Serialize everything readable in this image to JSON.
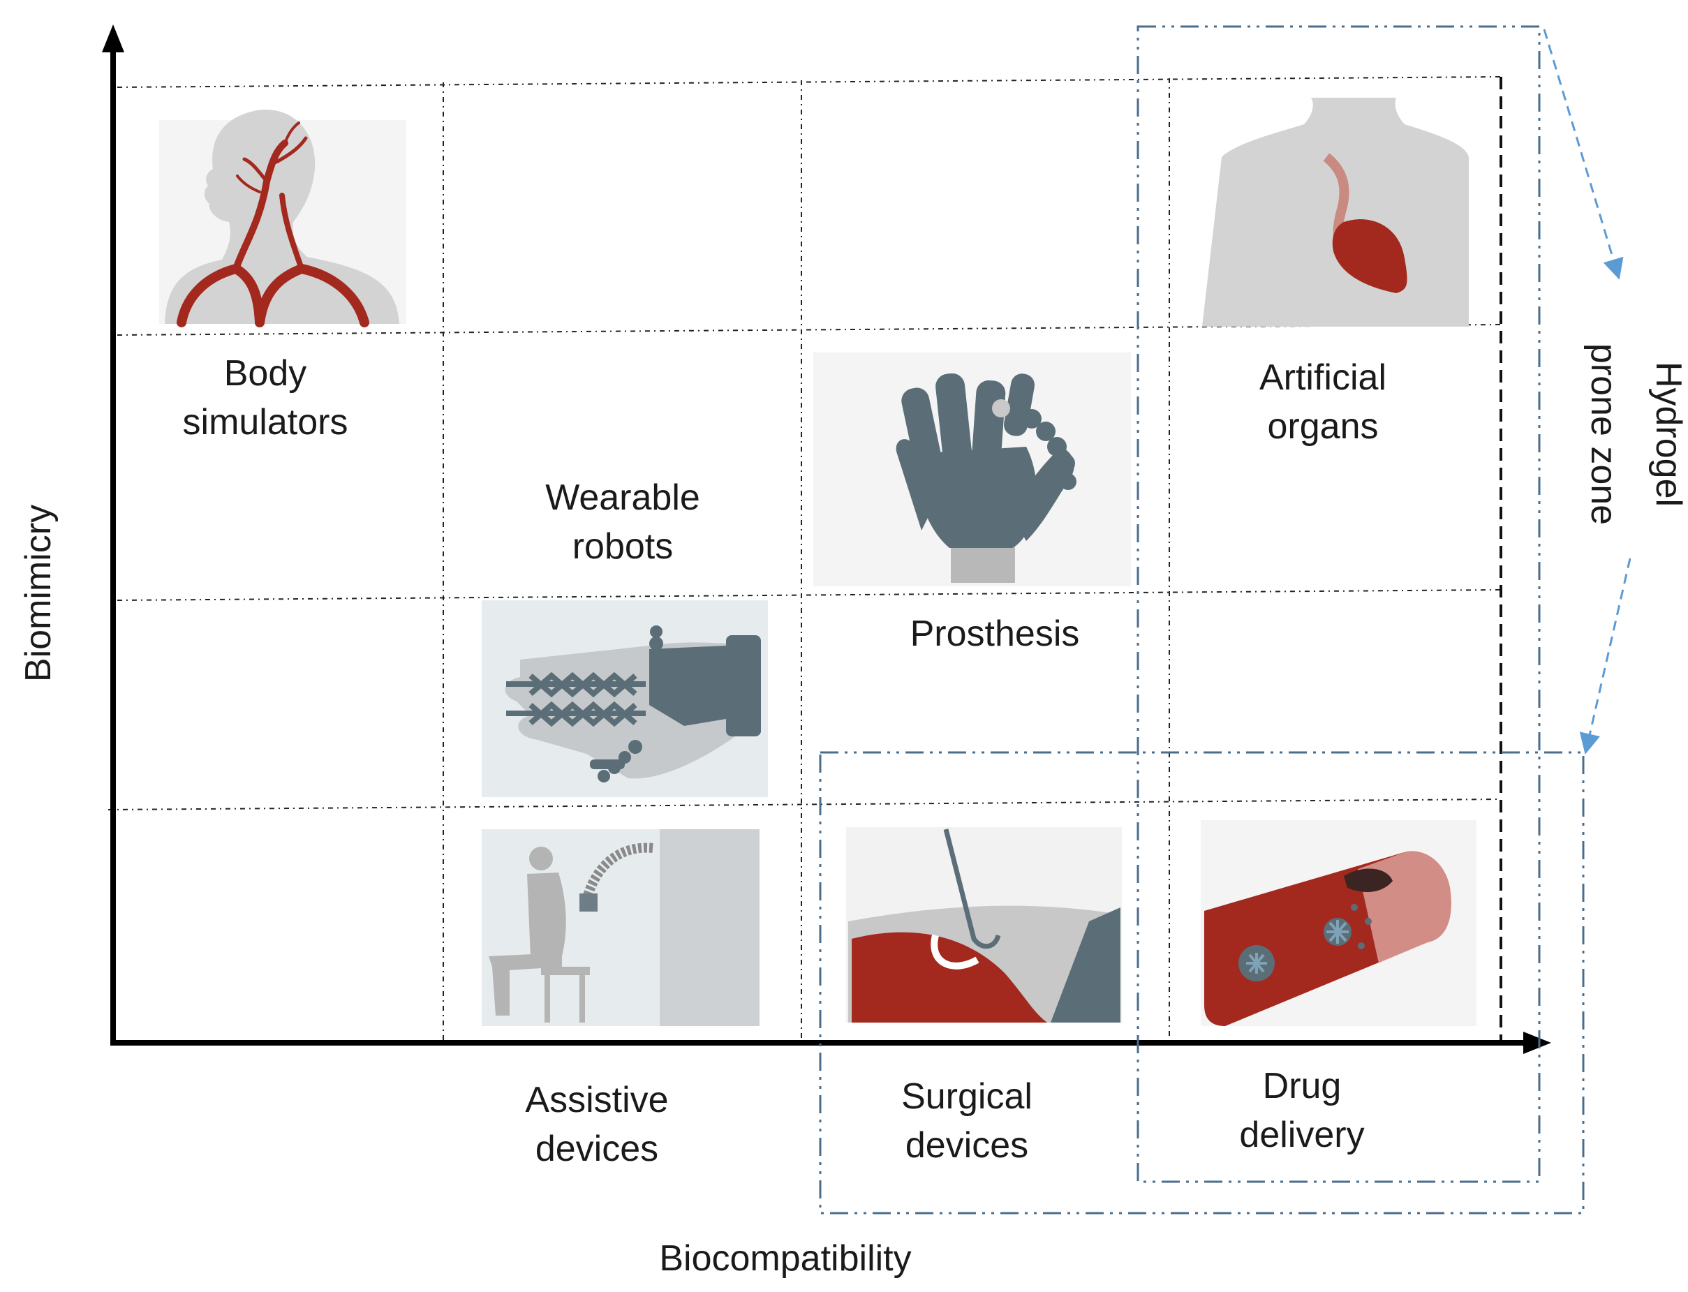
{
  "axes": {
    "x_label": "Biocompatibility",
    "y_label": "Biomimicry"
  },
  "zone": {
    "label_line1": "Hydrogel",
    "label_line2": "prone zone",
    "border_color": "#4a6d8c",
    "arrow_color": "#5b9bd5"
  },
  "colors": {
    "tissue_red": "#a3281e",
    "slate": "#5b6e78",
    "light_gray": "#d9dcdd",
    "panel_bg": "#e6ecee"
  },
  "categories": {
    "body_simulators": {
      "line1": "Body",
      "line2": "simulators",
      "icon": "head-vessels-icon"
    },
    "wearable_robots": {
      "line1": "Wearable",
      "line2": "robots",
      "icon": "exoskeleton-glove-icon"
    },
    "prosthesis": {
      "line1": "Prosthesis",
      "icon": "prosthetic-hand-icon"
    },
    "artificial_organs": {
      "line1": "Artificial",
      "line2": "organs",
      "icon": "torso-heart-icon"
    },
    "assistive_devices": {
      "line1": "Assistive",
      "line2": "devices",
      "icon": "seated-person-device-icon"
    },
    "surgical_devices": {
      "line1": "Surgical",
      "line2": "devices",
      "icon": "surgical-probe-icon"
    },
    "drug_delivery": {
      "line1": "Drug",
      "line2": "delivery",
      "icon": "blood-vessel-particles-icon"
    }
  }
}
